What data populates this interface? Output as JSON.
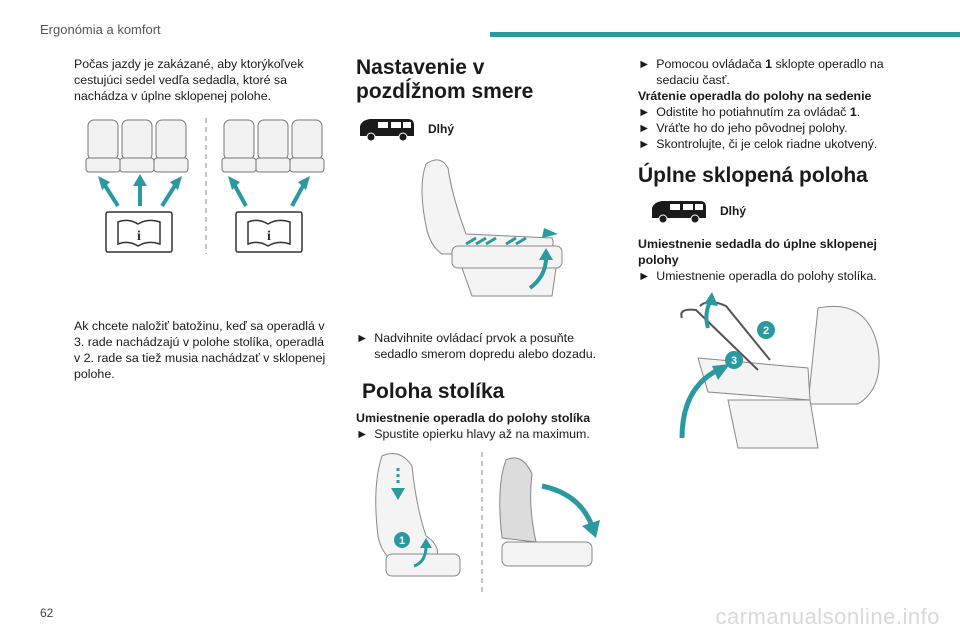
{
  "header": {
    "section": "Ergonómia a komfort"
  },
  "colors": {
    "accent": "#2a9aa0"
  },
  "col1": {
    "p1": "Počas jazdy je zakázané, aby ktorýkoľvek cestujúci sedel vedľa sedadla, ktoré sa nachádza v úplne sklopenej polohe.",
    "p2": "Ak chcete naložiť batožinu, keď sa operadlá v 3. rade nachádzajú v polohe stolíka, operadlá v 2. rade sa tiež musia nachádzať v sklopenej polohe.",
    "illustration_icons": [
      "book-info-icon",
      "book-info-icon"
    ]
  },
  "col2": {
    "h_longitudinal": "Nastavenie v pozdĺžnom smere",
    "badge_long": "Dlhý",
    "bullet_slide": "Nadvihnite ovládací prvok a posuňte sedadlo smerom dopredu alebo dozadu.",
    "h_table": "Poloha stolíka",
    "sub_table": "Umiestnenie operadla do polohy stolíka",
    "bullet_headrest": "Spustite opierku hlavy až na maximum.",
    "callout_1": "1"
  },
  "col3": {
    "bullet_fold_pre": "Pomocou ovládača ",
    "bullet_fold_num": "1",
    "bullet_fold_post": " sklopte operadlo na sedaciu časť.",
    "sub_return": "Vrátenie operadla do polohy na sedenie",
    "bullet_release_pre": "Odistite ho potiahnutím za ovládač ",
    "bullet_release_num": "1",
    "bullet_release_post": ".",
    "bullet_return": "Vráťte ho do jeho pôvodnej polohy.",
    "bullet_check": "Skontrolujte, či je celok riadne ukotvený.",
    "h_full": "Úplne sklopená poloha",
    "badge_long": "Dlhý",
    "sub_full": "Umiestnenie sedadla do úplne sklopenej polohy",
    "bullet_full": "Umiestnenie operadla do polohy stolíka.",
    "callout_2": "2",
    "callout_3": "3"
  },
  "bullet_glyph": "►",
  "footer": {
    "page_number": "62",
    "watermark": "carmanualsonline.info"
  }
}
